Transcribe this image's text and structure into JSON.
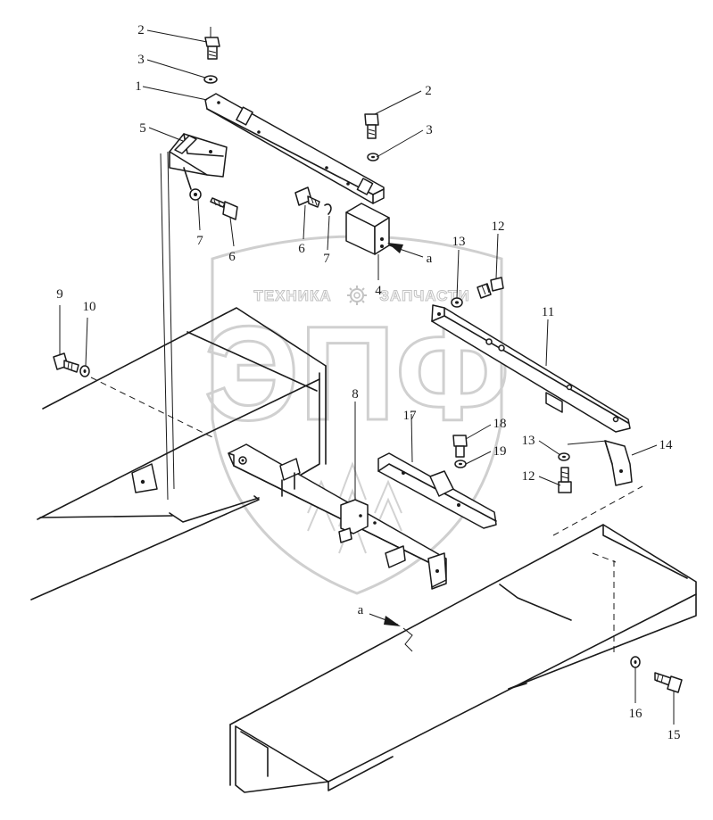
{
  "watermark": {
    "left_word": "ТЕХНИКА",
    "right_word": "ЗАПЧАСТИ",
    "emblem_letters": "ЭПФ",
    "icon": "gear-icon"
  },
  "callouts": [
    {
      "id": "c2a",
      "text": "2"
    },
    {
      "id": "c3a",
      "text": "3"
    },
    {
      "id": "c1",
      "text": "1"
    },
    {
      "id": "c5",
      "text": "5"
    },
    {
      "id": "c2b",
      "text": "2"
    },
    {
      "id": "c3b",
      "text": "3"
    },
    {
      "id": "c7a",
      "text": "7"
    },
    {
      "id": "c6a",
      "text": "6"
    },
    {
      "id": "c6b",
      "text": "6"
    },
    {
      "id": "c7b",
      "text": "7"
    },
    {
      "id": "ca1",
      "text": "a"
    },
    {
      "id": "c4",
      "text": "4"
    },
    {
      "id": "c13a",
      "text": "13"
    },
    {
      "id": "c12a",
      "text": "12"
    },
    {
      "id": "c11",
      "text": "11"
    },
    {
      "id": "c9",
      "text": "9"
    },
    {
      "id": "c10",
      "text": "10"
    },
    {
      "id": "c8",
      "text": "8"
    },
    {
      "id": "c17",
      "text": "17"
    },
    {
      "id": "c18",
      "text": "18"
    },
    {
      "id": "c19",
      "text": "19"
    },
    {
      "id": "c13b",
      "text": "13"
    },
    {
      "id": "c14",
      "text": "14"
    },
    {
      "id": "c12b",
      "text": "12"
    },
    {
      "id": "ca2",
      "text": "a"
    },
    {
      "id": "c16",
      "text": "16"
    },
    {
      "id": "c15",
      "text": "15"
    }
  ]
}
